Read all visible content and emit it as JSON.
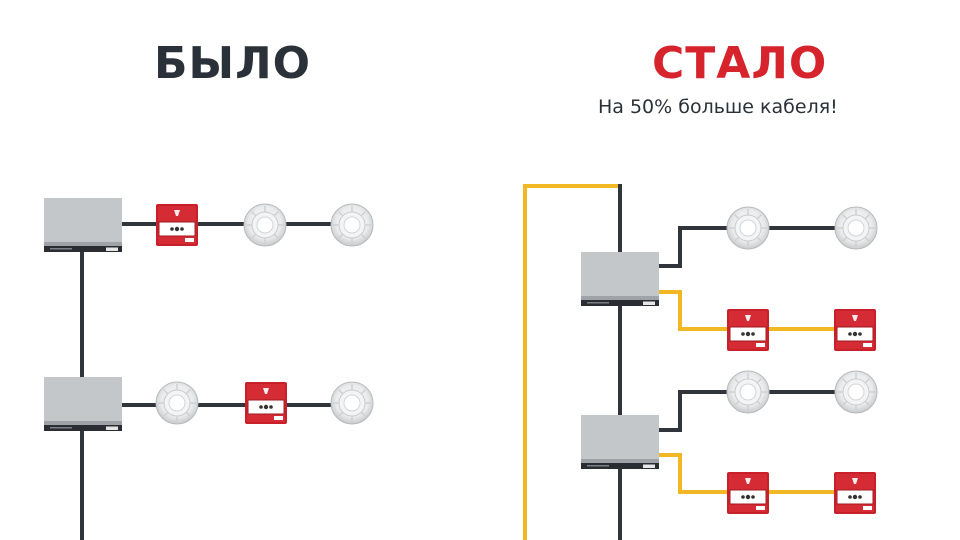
{
  "titles": {
    "before": "БЫЛО",
    "after": "СТАЛО",
    "after_subtitle": "На 50% больше кабеля!"
  },
  "colors": {
    "dark_cable": "#2f353b",
    "yellow_cable": "#f2b824",
    "title_dark": "#2b3138",
    "title_red": "#d7232c",
    "callpoint_red": "#c8202a"
  },
  "icons": {
    "control_panel": "control-panel-icon",
    "smoke_detector": "smoke-detector-icon",
    "manual_call_point": "manual-call-point-icon"
  }
}
